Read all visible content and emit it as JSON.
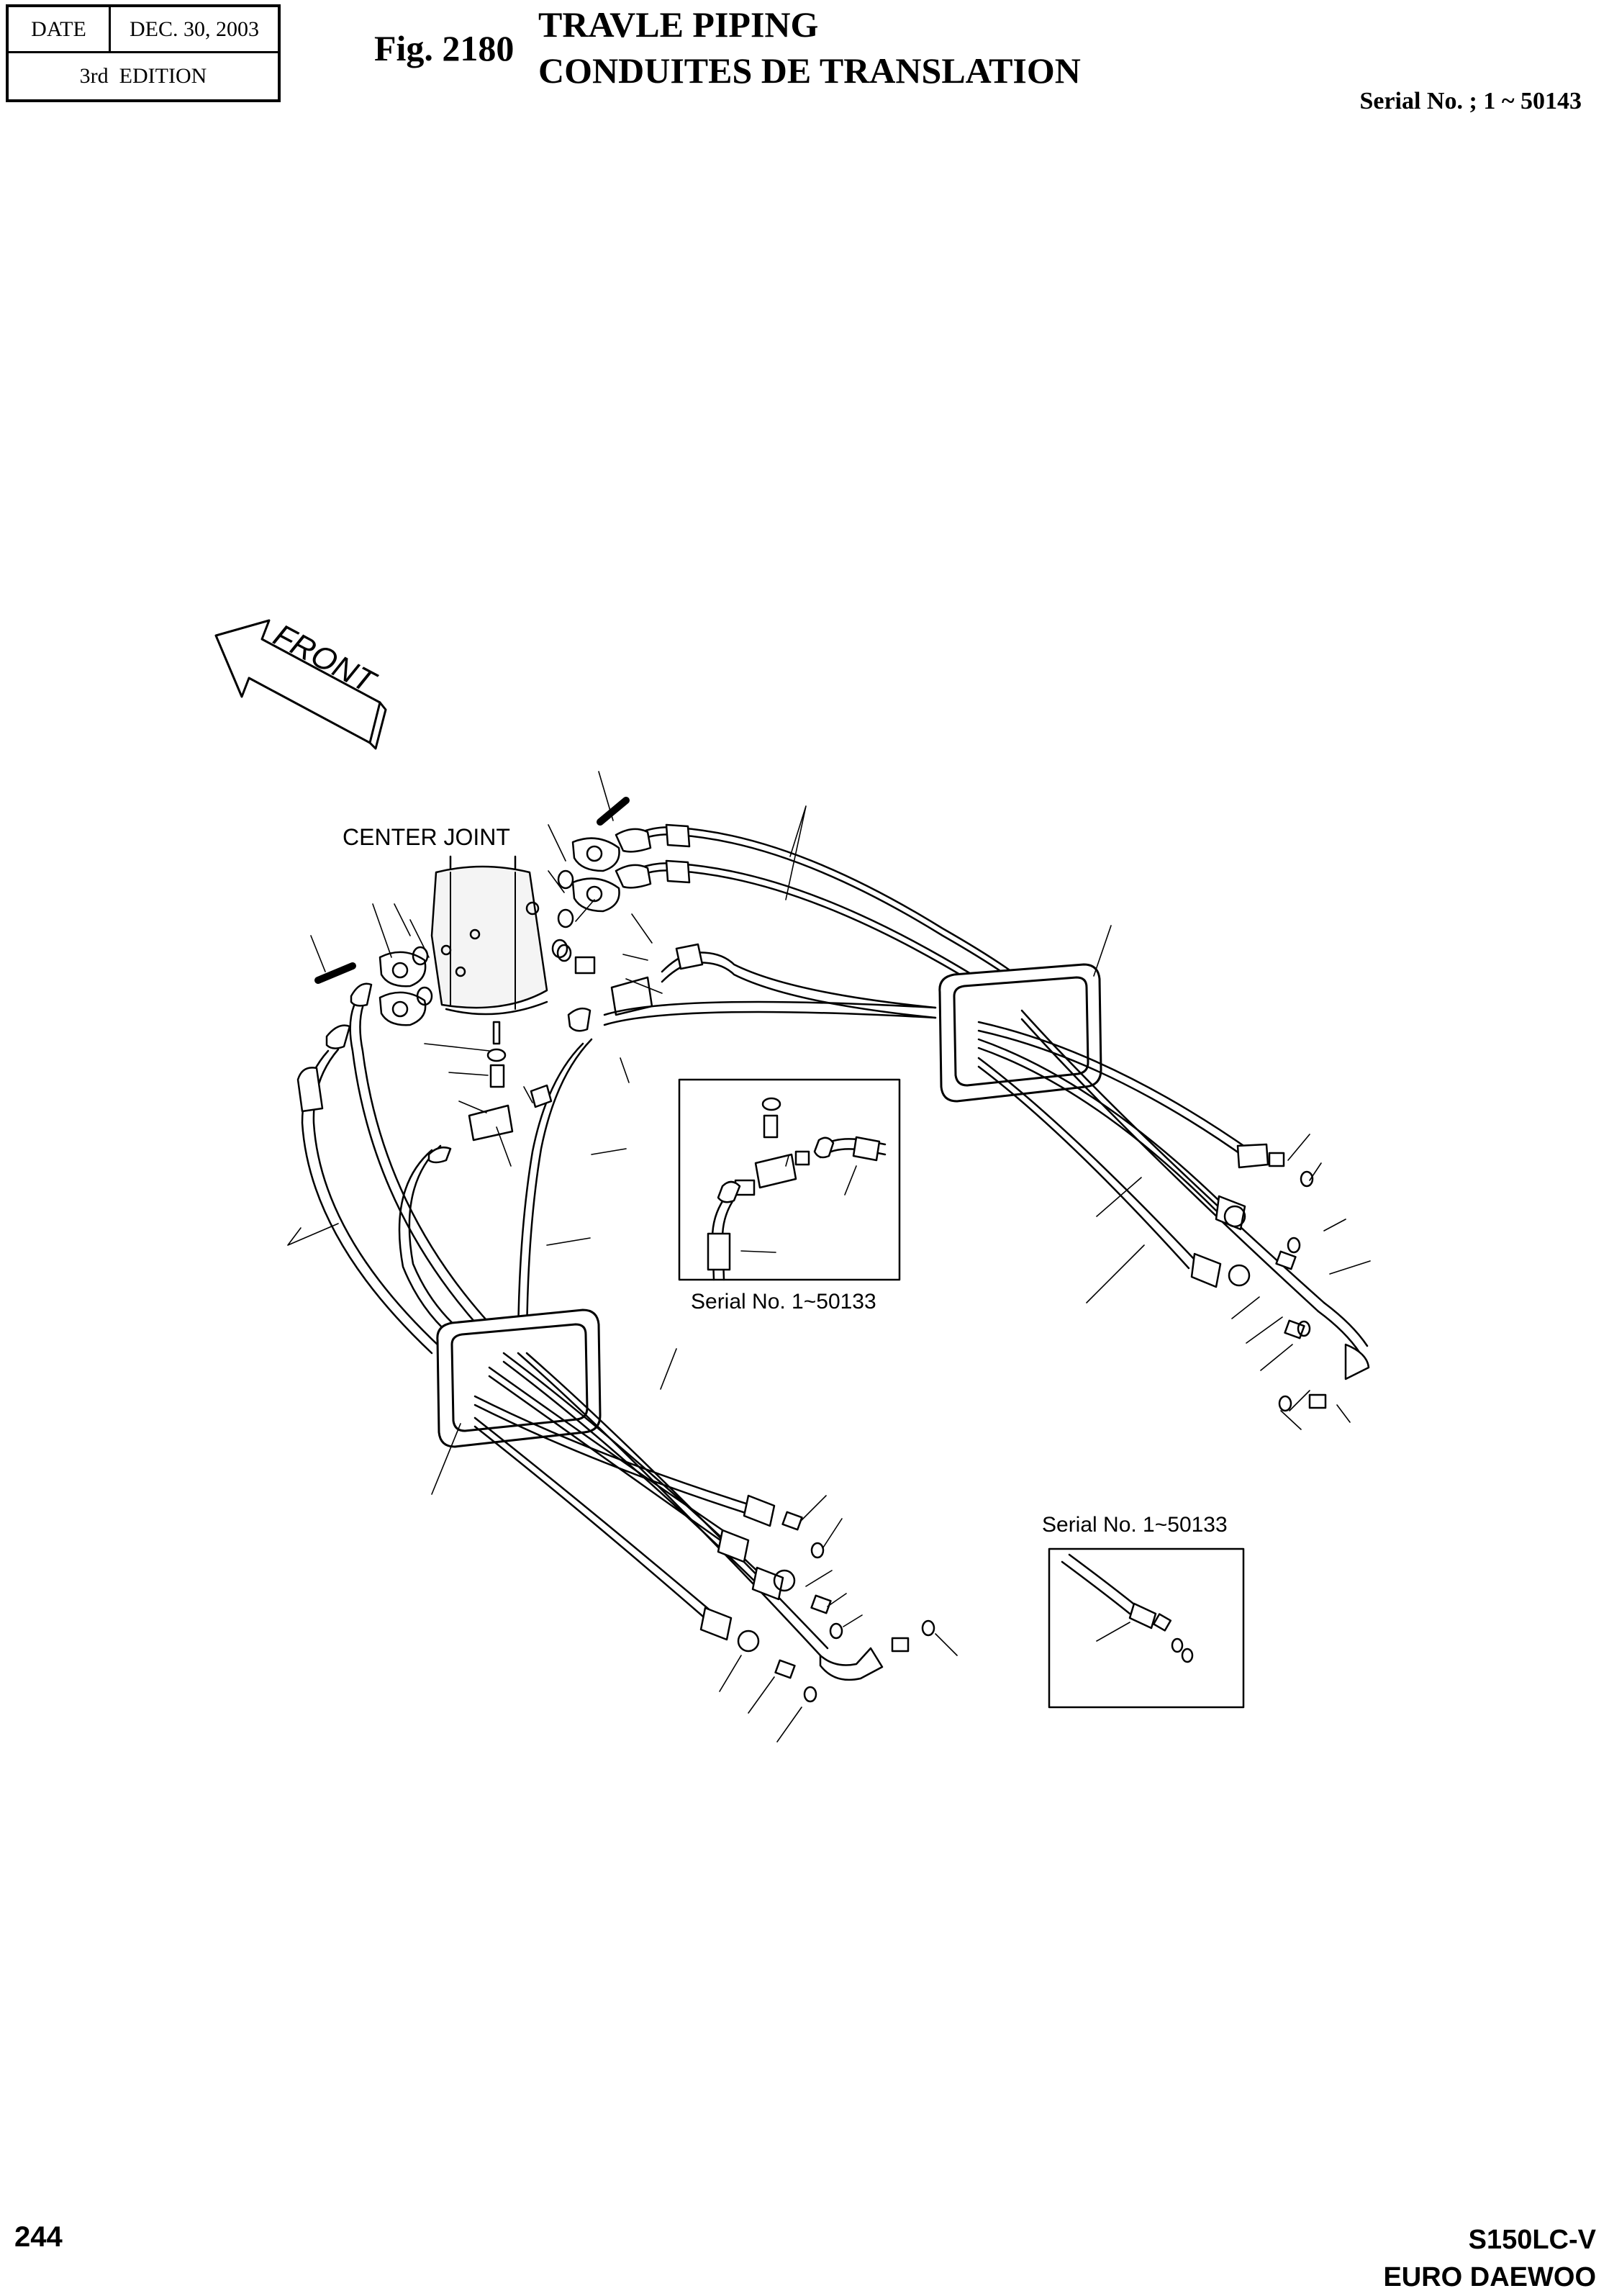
{
  "header": {
    "date_label": "DATE",
    "date_value": "DEC. 30, 2003",
    "edition_number": "3rd",
    "edition_label": "EDITION",
    "figure_number": "Fig. 2180",
    "title_en": "TRAVLE PIPING",
    "title_fr": "CONDUITES DE TRANSLATION",
    "serial_range": "Serial No. ; 1 ~ 50143"
  },
  "diagram": {
    "front_label": "FRONT",
    "center_joint_label": "CENTER JOINT",
    "inset_1_caption": "Serial No. 1~50133",
    "inset_2_caption": "Serial No. 1~50133"
  },
  "footer": {
    "page_number": "244",
    "model": "S150LC-V",
    "brand": "EURO DAEWOO"
  }
}
